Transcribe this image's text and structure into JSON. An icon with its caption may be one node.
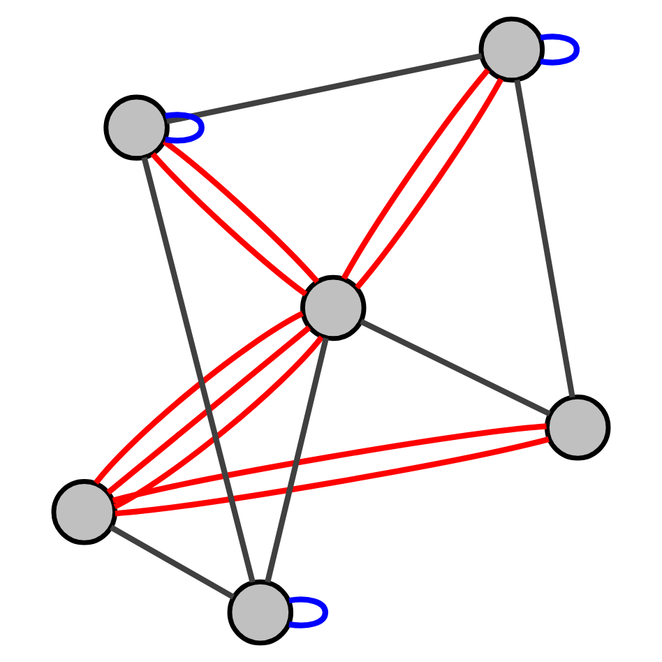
{
  "diagram": {
    "nodes": [
      {
        "text": [],
        "shape": "circle"
      },
      {
        "text": [],
        "shape": "circle"
      },
      {
        "text": [],
        "shape": "circle"
      },
      {
        "text": [],
        "shape": "circle"
      },
      {
        "text": [],
        "shape": "circle"
      },
      {
        "text": [],
        "shape": "circle"
      }
    ],
    "edges": [
      {
        "from": 1,
        "to": 0,
        "arrow": "none"
      },
      {
        "from": 1,
        "to": 0,
        "arrow": "none"
      },
      {
        "from": 0,
        "to": 2,
        "arrow": "none",
        "color": "#404040"
      },
      {
        "from": 0,
        "to": 3,
        "arrow": "none"
      },
      {
        "from": 0,
        "to": 3,
        "arrow": "none"
      },
      {
        "from": 0,
        "to": 3,
        "arrow": "none"
      },
      {
        "from": 1,
        "to": 3,
        "arrow": "none",
        "color": "#404040"
      },
      {
        "from": 3,
        "to": 2,
        "arrow": "none",
        "color": "#404040"
      },
      {
        "from": 2,
        "to": 2,
        "arrow": "none",
        "color": "#0000ff"
      },
      {
        "from": 1,
        "to": 4,
        "arrow": "none",
        "color": "#404040"
      },
      {
        "from": 3,
        "to": 4,
        "arrow": "none"
      },
      {
        "from": 3,
        "to": 4,
        "arrow": "none"
      },
      {
        "from": 3,
        "to": 5,
        "arrow": "none"
      },
      {
        "from": 3,
        "to": 5,
        "arrow": "none"
      },
      {
        "from": 2,
        "to": 5,
        "arrow": "none",
        "color": "#404040"
      },
      {
        "from": 4,
        "to": 5,
        "arrow": "none",
        "color": "#404040"
      },
      {
        "from": 4,
        "to": 4,
        "arrow": "none",
        "color": "#0000ff"
      },
      {
        "from": 5,
        "to": 5,
        "arrow": "none",
        "color": "#0000ff"
      }
    ]
  }
}
